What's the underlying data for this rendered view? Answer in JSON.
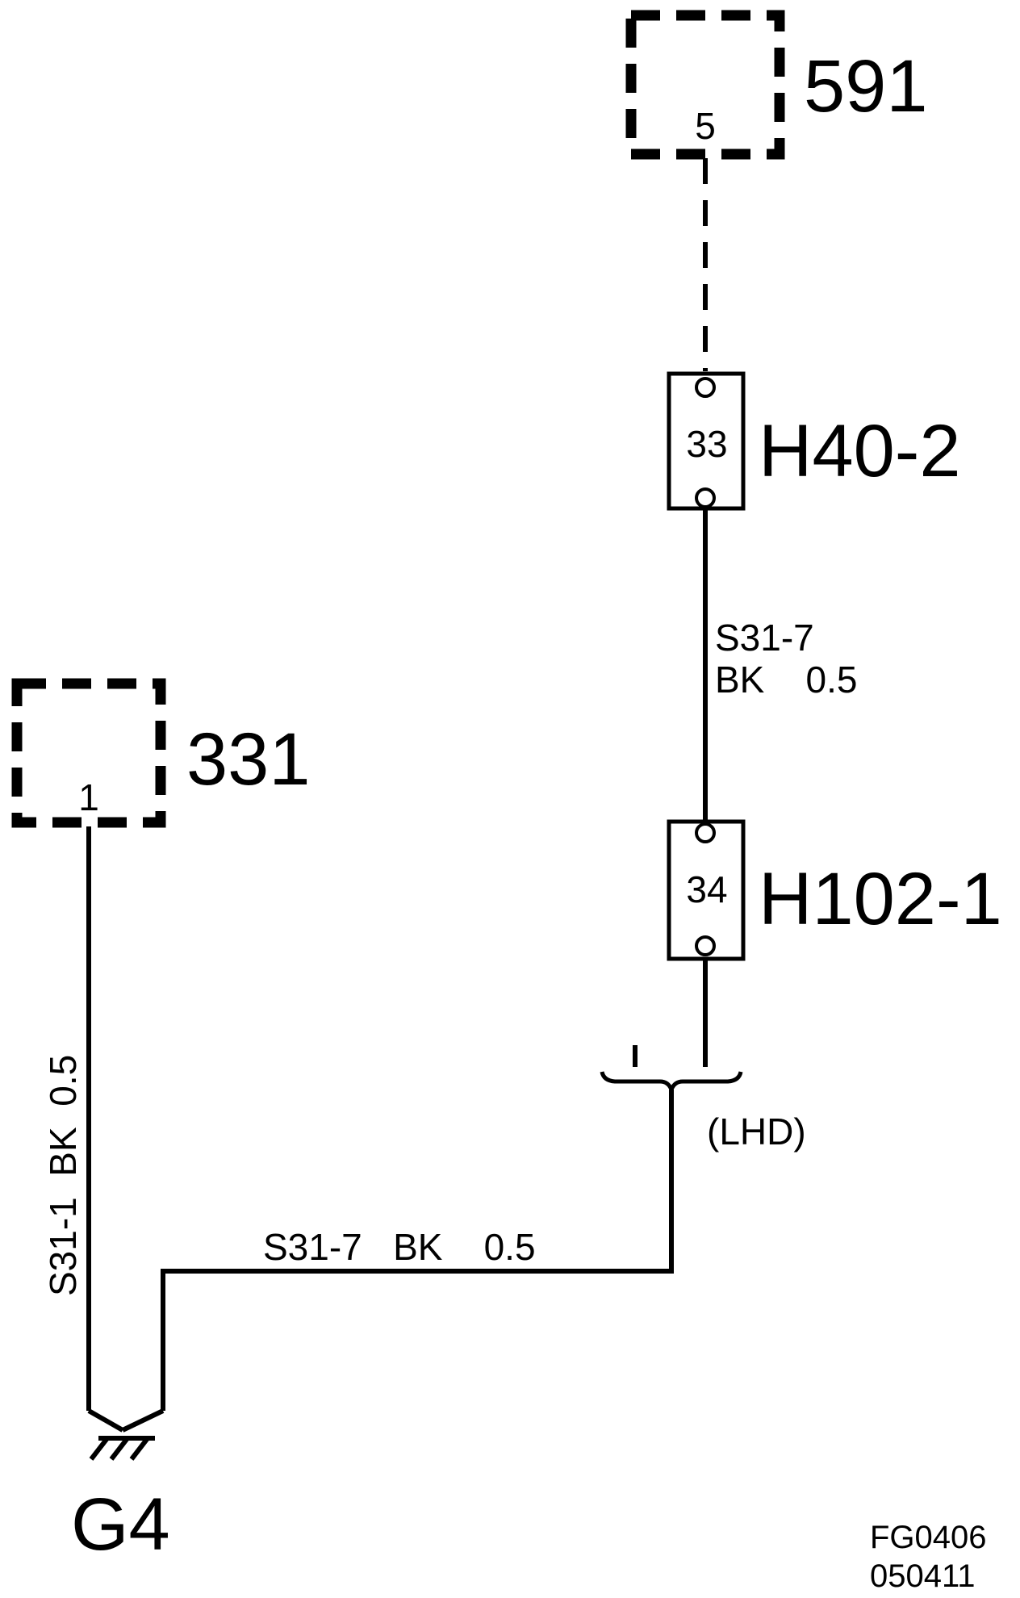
{
  "components": {
    "c591": {
      "ref": "591",
      "pin": "5"
    },
    "c331": {
      "ref": "331",
      "pin": "1"
    },
    "h40": {
      "ref": "H40-2",
      "pin": "33"
    },
    "h102": {
      "ref": "H102-1",
      "pin": "34"
    },
    "ground": {
      "ref": "G4"
    }
  },
  "wires": {
    "upper_id": "S31-7",
    "upper_spec": "BK    0.5",
    "left": "S31-1  BK  0.5",
    "bottom": "S31-7   BK    0.5"
  },
  "variant": "(LHD)",
  "figure_code": [
    "FG0406",
    "050411"
  ],
  "colors": {
    "ink": "#000000",
    "paper": "#ffffff"
  }
}
